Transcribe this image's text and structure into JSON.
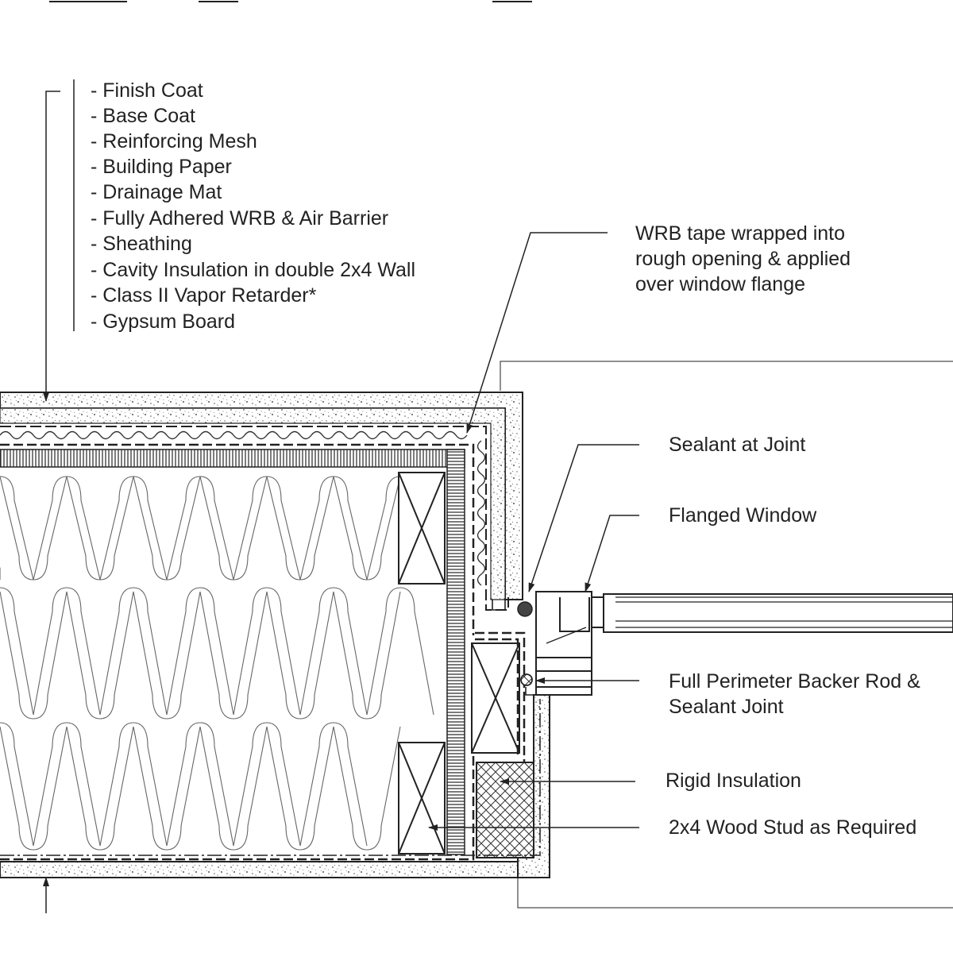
{
  "layer_list": {
    "items": [
      "- Finish Coat",
      "- Base Coat",
      "- Reinforcing Mesh",
      "- Building Paper",
      "- Drainage Mat",
      "- Fully Adhered WRB & Air Barrier",
      "- Sheathing",
      "- Cavity Insulation in double 2x4 Wall",
      "- Class II Vapor Retarder*",
      "- Gypsum Board"
    ]
  },
  "callouts": {
    "wrb_tape": [
      "WRB tape wrapped into",
      "rough opening & applied",
      "over window flange"
    ],
    "sealant_joint": "Sealant at Joint",
    "flanged_window": "Flanged Window",
    "backer_rod": [
      "Full Perimeter Backer Rod &",
      "Sealant Joint"
    ],
    "rigid_insulation": "Rigid Insulation",
    "wood_stud": "2x4 Wood Stud as Required"
  },
  "colors": {
    "line": "#222222",
    "stucco_dot": "#555555",
    "insulation_line": "#666666",
    "sheathing_hatch": "#444444"
  }
}
